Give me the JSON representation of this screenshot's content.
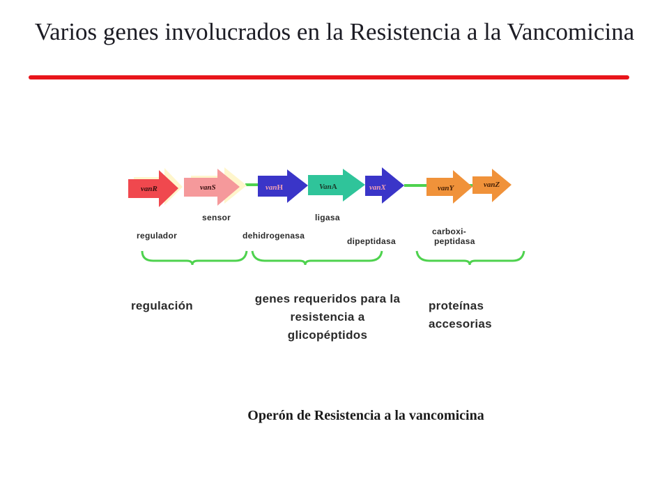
{
  "title": "Varios genes involucrados en la Resistencia a la Vancomicina",
  "colors": {
    "title_rule": "#e8151b",
    "connector": "#4ed24e",
    "brace": "#4ed24e",
    "vanR": "#f0484e",
    "vanS": "#f5999b",
    "shadow": "#fff6cc",
    "vanH": "#3a35c8",
    "vanA": "#2fc49a",
    "vanX": "#3a35c8",
    "vanY": "#f0923a",
    "vanZ": "#f0923a"
  },
  "genes": {
    "vanR": "vanR",
    "vanS": "vanS",
    "vanH_prefix": "van",
    "vanH_suffix": "H",
    "vanA_prefix": "Van",
    "vanA_suffix": "A",
    "vanX": "vanX",
    "vanY": "vanY",
    "vanZ": "vanZ"
  },
  "roles": {
    "regulador": "regulador",
    "sensor": "sensor",
    "dehidrogenasa": "dehidrogenasa",
    "ligasa": "ligasa",
    "dipeptidasa": "dipeptidasa",
    "carboxi": "carboxi-",
    "peptidasa": "peptidasa"
  },
  "groups": {
    "regulation": "regulación",
    "resistance_line1": "genes requeridos para la",
    "resistance_line2": "resistencia a",
    "resistance_line3": "glicopéptidos",
    "accessory_line1": "proteínas",
    "accessory_line2": "accesorias"
  },
  "caption": "Operón de Resistencia a la vancomicina"
}
